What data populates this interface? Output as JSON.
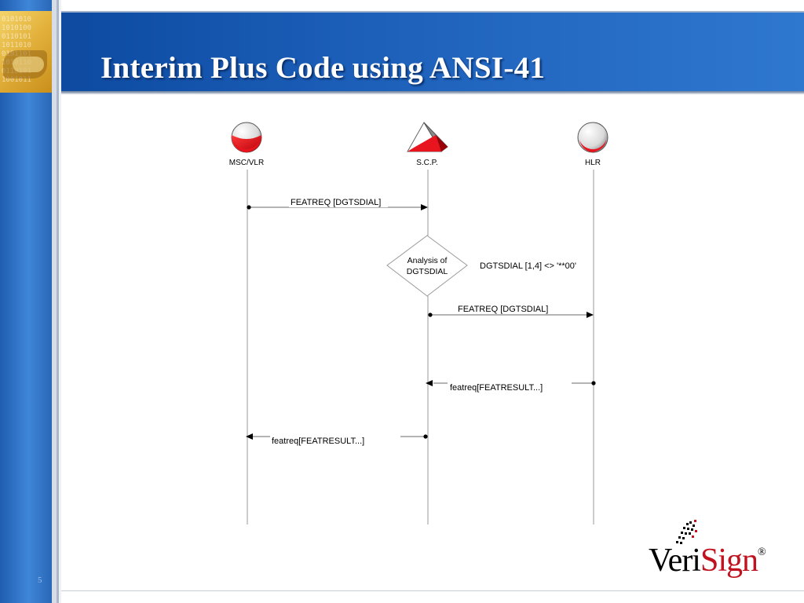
{
  "slide": {
    "title": "Interim Plus Code using ANSI-41",
    "page_number": "5"
  },
  "brand": {
    "name_part1": "Veri",
    "name_part2": "Sign",
    "registered_mark": "®",
    "accent_color": "#c1121f"
  },
  "colors": {
    "header_blue": "#1c5fb9",
    "icon_red": "#e8141e"
  },
  "diagram": {
    "actors": [
      {
        "id": "msc",
        "label": "MSC/VLR",
        "icon": "sphere-icon"
      },
      {
        "id": "scp",
        "label": "S.C.P.",
        "icon": "pyramid-icon"
      },
      {
        "id": "hlr",
        "label": "HLR",
        "icon": "sphere-icon"
      }
    ],
    "decision": {
      "at": "scp",
      "label_line1": "Analysis of",
      "label_line2": "DGTSDIAL",
      "condition": "DGTSDIAL [1,4] <> '**00'"
    },
    "messages": [
      {
        "from": "msc",
        "to": "scp",
        "label": "FEATREQ [DGTSDIAL]"
      },
      {
        "from": "scp",
        "to": "hlr",
        "label": "FEATREQ [DGTSDIAL]"
      },
      {
        "from": "hlr",
        "to": "scp",
        "label": "featreq[FEATRESULT...]"
      },
      {
        "from": "scp",
        "to": "msc",
        "label": "featreq[FEATRESULT...]"
      }
    ]
  }
}
